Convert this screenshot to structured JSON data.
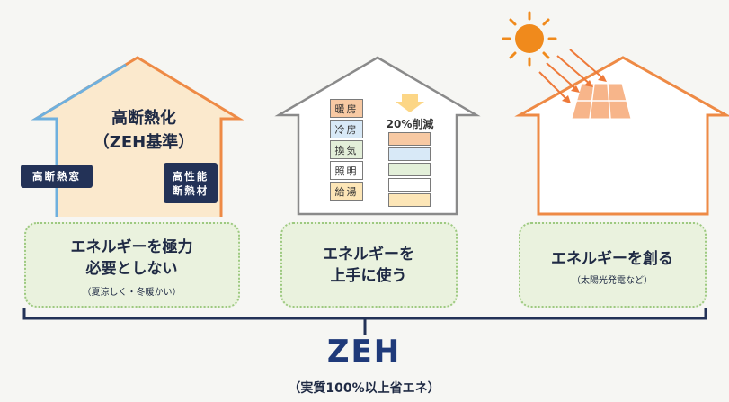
{
  "houses": [
    {
      "title_lines": [
        "高断熱化",
        "（ZEH基準）"
      ],
      "window_label": "高断熱窓",
      "insulation_label_lines": [
        "高性能",
        "断熱材"
      ],
      "box_lines": [
        "エネルギーを極力",
        "必要としない"
      ],
      "box_note": "（夏涼しく・冬暖かい）"
    },
    {
      "stack_items": [
        "暖房",
        "冷房",
        "換気",
        "照明",
        "給湯"
      ],
      "reduction_label": "20%削減",
      "box_lines": [
        "エネルギーを",
        "上手に使う"
      ]
    },
    {
      "box_lines": [
        "エネルギーを創る"
      ],
      "box_note": "（太陽光発電など）"
    }
  ],
  "summary": {
    "title": "ZEH",
    "subtitle": "（実質100%以上省エネ）"
  },
  "colors": {
    "house_orange": "#ee8a45",
    "house_blue": "#6fb0de",
    "house_gray": "#8a8a8a",
    "navy": "#233257",
    "sun": "#f08a1c",
    "green_fill": "#eaf2de",
    "green_border": "#9dc980"
  }
}
